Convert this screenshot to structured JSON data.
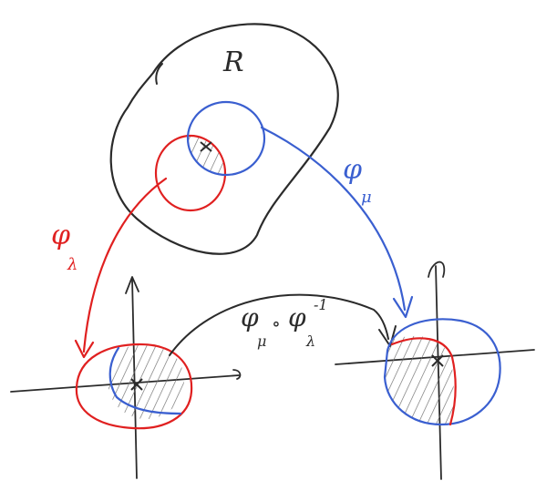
{
  "labels": {
    "manifold": "R",
    "chart_lambda": "φ",
    "chart_lambda_sub": "λ",
    "chart_mu": "φ",
    "chart_mu_sub": "μ",
    "transition_phi": "φ",
    "transition_mu_sub": "μ",
    "transition_circ": "∘",
    "transition_phi2": "φ",
    "transition_lambda_sub": "λ",
    "transition_inverse_sup": "-1"
  },
  "colors": {
    "ink": "#2b2b2b",
    "red": "#e02020",
    "blue": "#3a5fd0",
    "hatch": "#6e6e6e",
    "paper": "#ffffff"
  }
}
